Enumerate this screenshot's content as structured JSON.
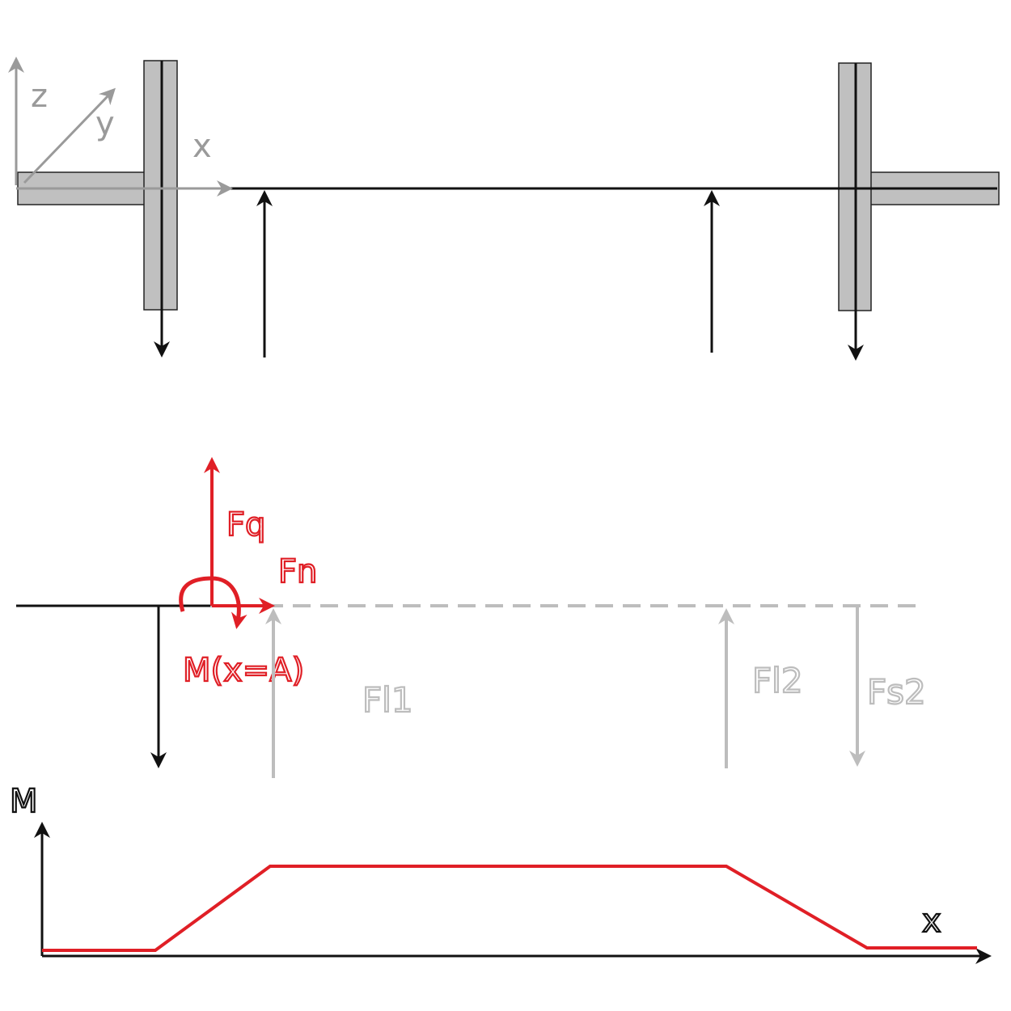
{
  "axes_top": {
    "z_label": "z",
    "y_label": "y",
    "x_label": "x"
  },
  "section": {
    "fq_label": "Fq",
    "fn_label": "Fn",
    "moment_label": "M(x=A)",
    "fl1_label": "Fl1",
    "fl2_label": "Fl2",
    "fs2_label": "Fs2"
  },
  "moment_plot": {
    "y_label": "M",
    "x_label": "x"
  },
  "colors": {
    "black": "#111111",
    "gray": "#9a9a9a",
    "light_gray": "#bdbdbd",
    "red": "#e01f26",
    "gear_fill": "#c0c0c0"
  }
}
